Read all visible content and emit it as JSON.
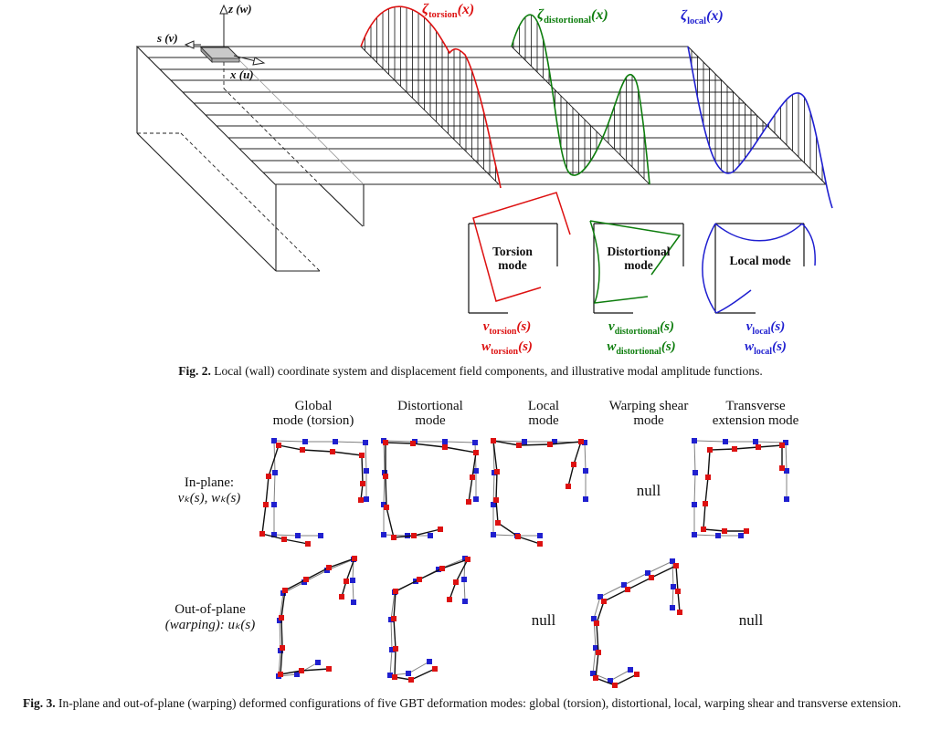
{
  "fig2": {
    "axes": {
      "z": "z (w)",
      "s": "s (v)",
      "x": "x (u)"
    },
    "zeta_labels": [
      {
        "sym": "ζ",
        "sub": "torsion",
        "arg": "(x)"
      },
      {
        "sym": "ζ",
        "sub": "distortional",
        "arg": "(x)"
      },
      {
        "sym": "ζ",
        "sub": "local",
        "arg": "(x)"
      }
    ],
    "modes": [
      {
        "title1": "Torsion",
        "title2": "mode",
        "v_main": "v",
        "v_sub": "torsion",
        "v_arg": "(s)",
        "w_main": "w",
        "w_sub": "torsion",
        "w_arg": "(s)"
      },
      {
        "title1": "Distortional",
        "title2": "mode",
        "v_main": "v",
        "v_sub": "distortional",
        "v_arg": "(s)",
        "w_main": "w",
        "w_sub": "distortional",
        "w_arg": "(s)"
      },
      {
        "title1": "Local mode",
        "title2": "",
        "v_main": "v",
        "v_sub": "local",
        "v_arg": "(s)",
        "w_main": "w",
        "w_sub": "local",
        "w_arg": "(s)"
      }
    ],
    "caption": {
      "label": "Fig. 2.",
      "text": "Local (wall) coordinate system and displacement field components, and illustrative modal amplitude functions."
    }
  },
  "fig3": {
    "columns": [
      {
        "l1": "Global",
        "l2": "mode (torsion)"
      },
      {
        "l1": "Distortional",
        "l2": "mode"
      },
      {
        "l1": "Local",
        "l2": "mode"
      },
      {
        "l1": "Warping shear",
        "l2": "mode"
      },
      {
        "l1": "Transverse",
        "l2": "extension mode"
      }
    ],
    "row_inplane": {
      "l1": "In-plane:",
      "l2": "vₖ(s), wₖ(s)"
    },
    "row_outplane": {
      "l1": "Out-of-plane",
      "l2": "(warping): uₖ(s)"
    },
    "nulls": {
      "inplane_warping": "null",
      "outplane_local": "null",
      "outplane_transverse": "null"
    },
    "caption": {
      "label": "Fig. 3.",
      "text": "In-plane and out-of-plane (warping) deformed configurations of five GBT deformation modes: global (torsion), distortional, local, warping shear and transverse extension."
    }
  },
  "colors": {
    "torsion_red": "#dd1111",
    "distortional_green": "#0d7d0d",
    "local_blue": "#1f1fd0",
    "undeformed_gray": "#808080",
    "line_black": "#111111"
  }
}
